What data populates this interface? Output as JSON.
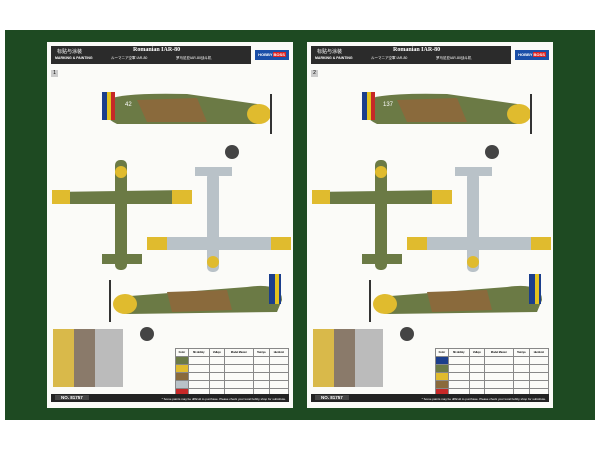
{
  "pages": [
    {
      "cn_title": "标贴与涂装",
      "en_title": "MARKING & PAINTING",
      "title": "Romanian IAR-80",
      "jp_title": "ルーマニア空軍 IAR-80",
      "cn_subtitle": "罗马尼亚IAR-80战斗机",
      "logo_a": "HOBBY",
      "logo_b": "BOSS",
      "scheme": "1",
      "code": "42",
      "product_no": "NO. 81757",
      "note": "* Some paints may be difficult to purchase. Please check your local hobby shop for substitute."
    },
    {
      "cn_title": "标贴与涂装",
      "en_title": "MARKING & PAINTING",
      "title": "Romanian IAR-80",
      "jp_title": "ルーマニア空軍 IAR-80",
      "cn_subtitle": "罗马尼亚IAR-80战斗机",
      "logo_a": "HOBBY",
      "logo_b": "BOSS",
      "scheme": "2",
      "code": "137",
      "product_no": "NO. 81757",
      "note": "* Some paints may be difficult to purchase. Please check your local hobby shop for substitute."
    }
  ],
  "table": {
    "headers": [
      "Color",
      "Mr.Hobby",
      "Vallejo",
      "Model Master",
      "Tamiya",
      "Humbrol"
    ]
  },
  "colors": {
    "frame": "#1e4a22",
    "camo_green": "#6b7a45",
    "camo_brown": "#8a6a3c",
    "yellow": "#e0bb2e",
    "underside": "#b9c2c8"
  }
}
